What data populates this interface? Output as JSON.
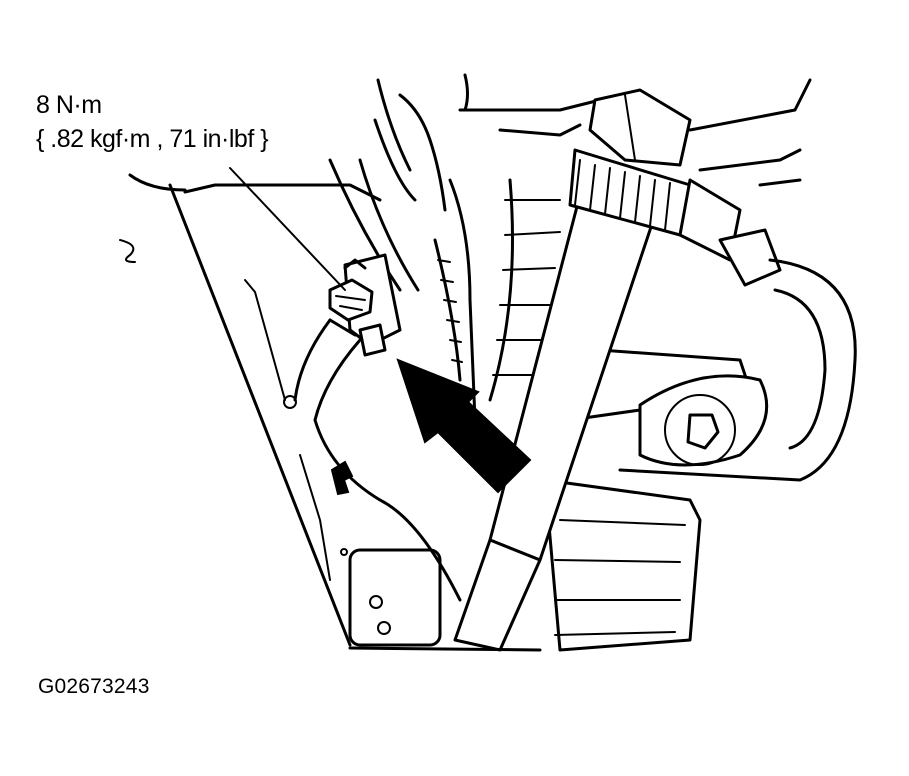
{
  "callout": {
    "torque_metric": "8 N·m",
    "torque_imperial": "{ .82 kgf·m , 71 in·lbf }"
  },
  "figure_code": "G02673243",
  "icons": [
    "bolt-icon",
    "arrow-icon"
  ],
  "colors": {
    "ink": "#000000",
    "paper": "#ffffff"
  }
}
